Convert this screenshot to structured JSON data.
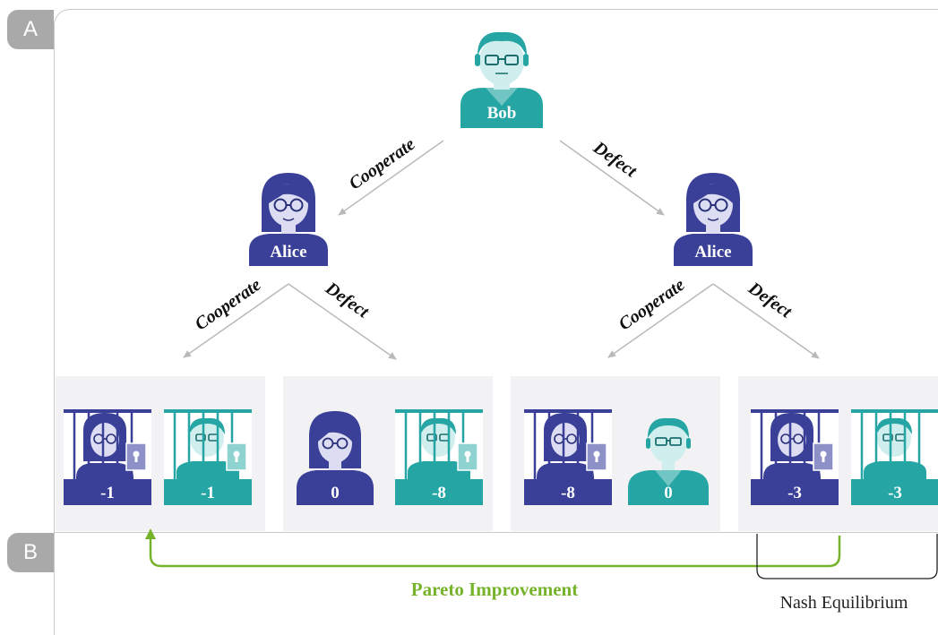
{
  "panels": {
    "a_label": "A",
    "b_label": "B"
  },
  "tree": {
    "root": {
      "name": "Bob"
    },
    "level1": [
      {
        "edge_label": "Cooperate",
        "name": "Alice"
      },
      {
        "edge_label": "Defect",
        "name": "Alice"
      }
    ],
    "level2_edges": [
      "Cooperate",
      "Defect",
      "Cooperate",
      "Defect"
    ]
  },
  "outcomes": [
    {
      "alice": "-1",
      "bob": "-1"
    },
    {
      "alice": "0",
      "bob": "-8"
    },
    {
      "alice": "-8",
      "bob": "0"
    },
    {
      "alice": "-3",
      "bob": "-3"
    }
  ],
  "annotations": {
    "pareto": "Pareto Improvement",
    "nash": "Nash Equilibrium"
  },
  "colors": {
    "alice": "#3a3f97",
    "bob": "#25a6a4",
    "arrow": "#b9b9b9",
    "pareto": "#76b32a",
    "card": "#f2f2f4"
  }
}
